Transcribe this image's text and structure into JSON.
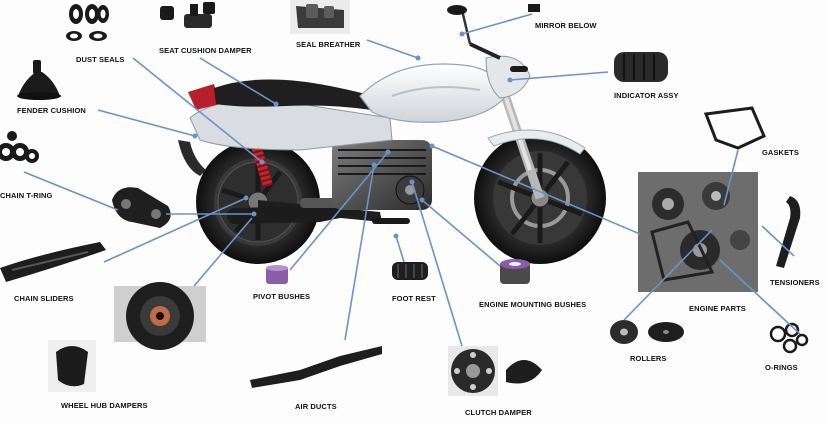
{
  "labels": {
    "dust_seals": "DUST SEALS",
    "seat_cushion_damper": "SEAT CUSHION DAMPER",
    "seal_breather": "SEAL BREATHER",
    "mirror_below": "MIRROR BELOW",
    "fender_cushion": "FENDER CUSHION",
    "indicator_assy": "INDICATOR ASSY",
    "gaskets": "GASKETS",
    "chain_t_ring": "CHAIN T-RING",
    "chain_sliders": "CHAIN SLIDERS",
    "pivot_bushes": "PIVOT BUSHES",
    "foot_rest": "FOOT REST",
    "engine_mounting_bushes": "ENGINE MOUNTING  BUSHES",
    "engine_parts": "ENGINE PARTS",
    "tensioners": "TENSIONERS",
    "rollers": "ROLLERS",
    "o_rings": "O-RINGS",
    "wheel_hub_dampers": "WHEEL HUB DAMPERS",
    "air_ducts": "AIR DUCTS",
    "clutch_damper": "CLUTCH DAMPER"
  },
  "colors": {
    "leader_line": "#6a93c9",
    "bike_body": "#e9ecef",
    "part_black": "#1b1b1b",
    "shock_spring": "#c0262c",
    "pivot_bush_purple": "#8b5ca8"
  }
}
